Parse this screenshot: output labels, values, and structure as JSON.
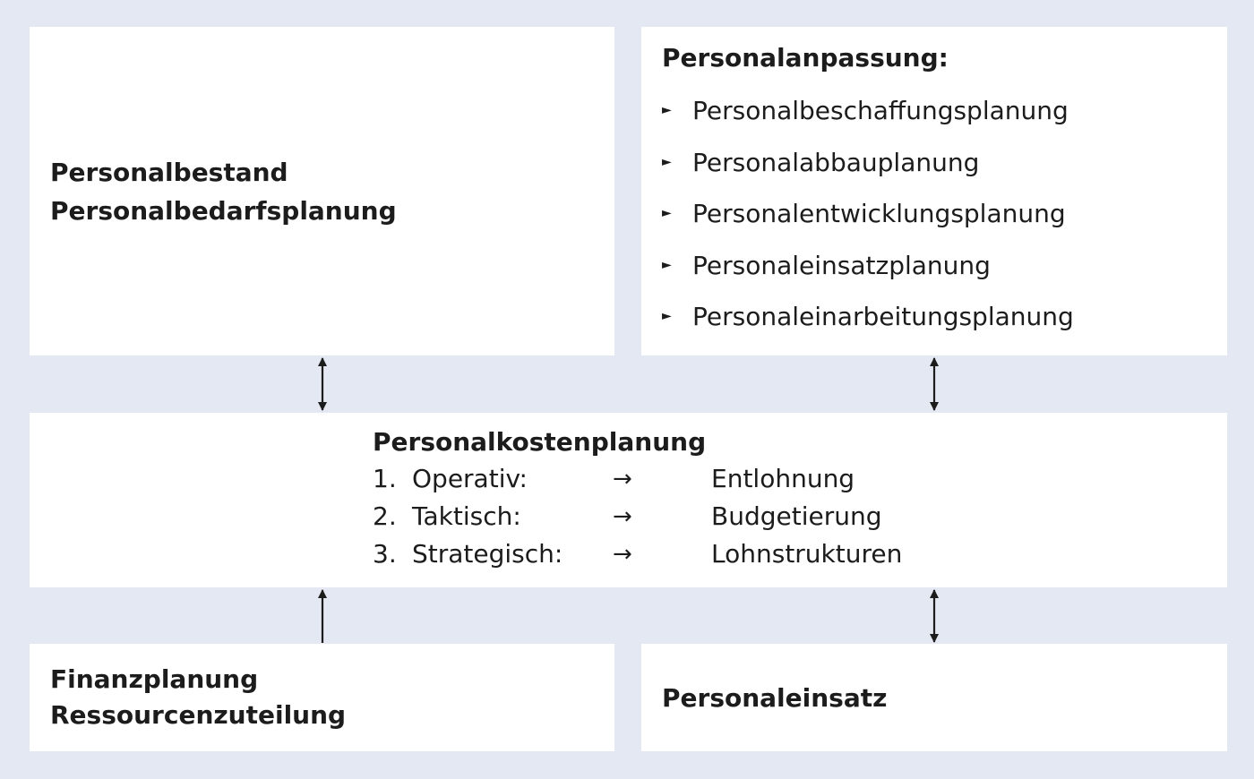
{
  "bestand": {
    "lines": [
      "Personalbestand",
      "Personalbedarfsplanung"
    ]
  },
  "anpassung": {
    "title": "Personalanpassung:",
    "bullet_icon": "triangle-right-icon",
    "items": [
      "Personalbeschaffungsplanung",
      "Personalabbauplanung",
      "Personalentwicklungsplanung",
      "Personaleinsatzplanung",
      "Personaleinarbeitungsplanung"
    ]
  },
  "kosten": {
    "title": "Personalkostenplanung",
    "rows": [
      {
        "num": "1.",
        "label": "Operativ:",
        "arrow": "→",
        "result": "Entlohnung"
      },
      {
        "num": "2.",
        "label": "Taktisch:",
        "arrow": "→",
        "result": "Budgetierung"
      },
      {
        "num": "3.",
        "label": "Strategisch:",
        "arrow": "→",
        "result": "Lohnstrukturen"
      }
    ]
  },
  "finanz": {
    "lines": [
      "Finanzplanung",
      "Ressourcenzuteilung"
    ]
  },
  "einsatz": {
    "title": "Personaleinsatz"
  },
  "colors": {
    "background": "#e3e8f2",
    "box": "#ffffff",
    "text": "#1c1c1c",
    "arrow": "#1c1c1c"
  }
}
